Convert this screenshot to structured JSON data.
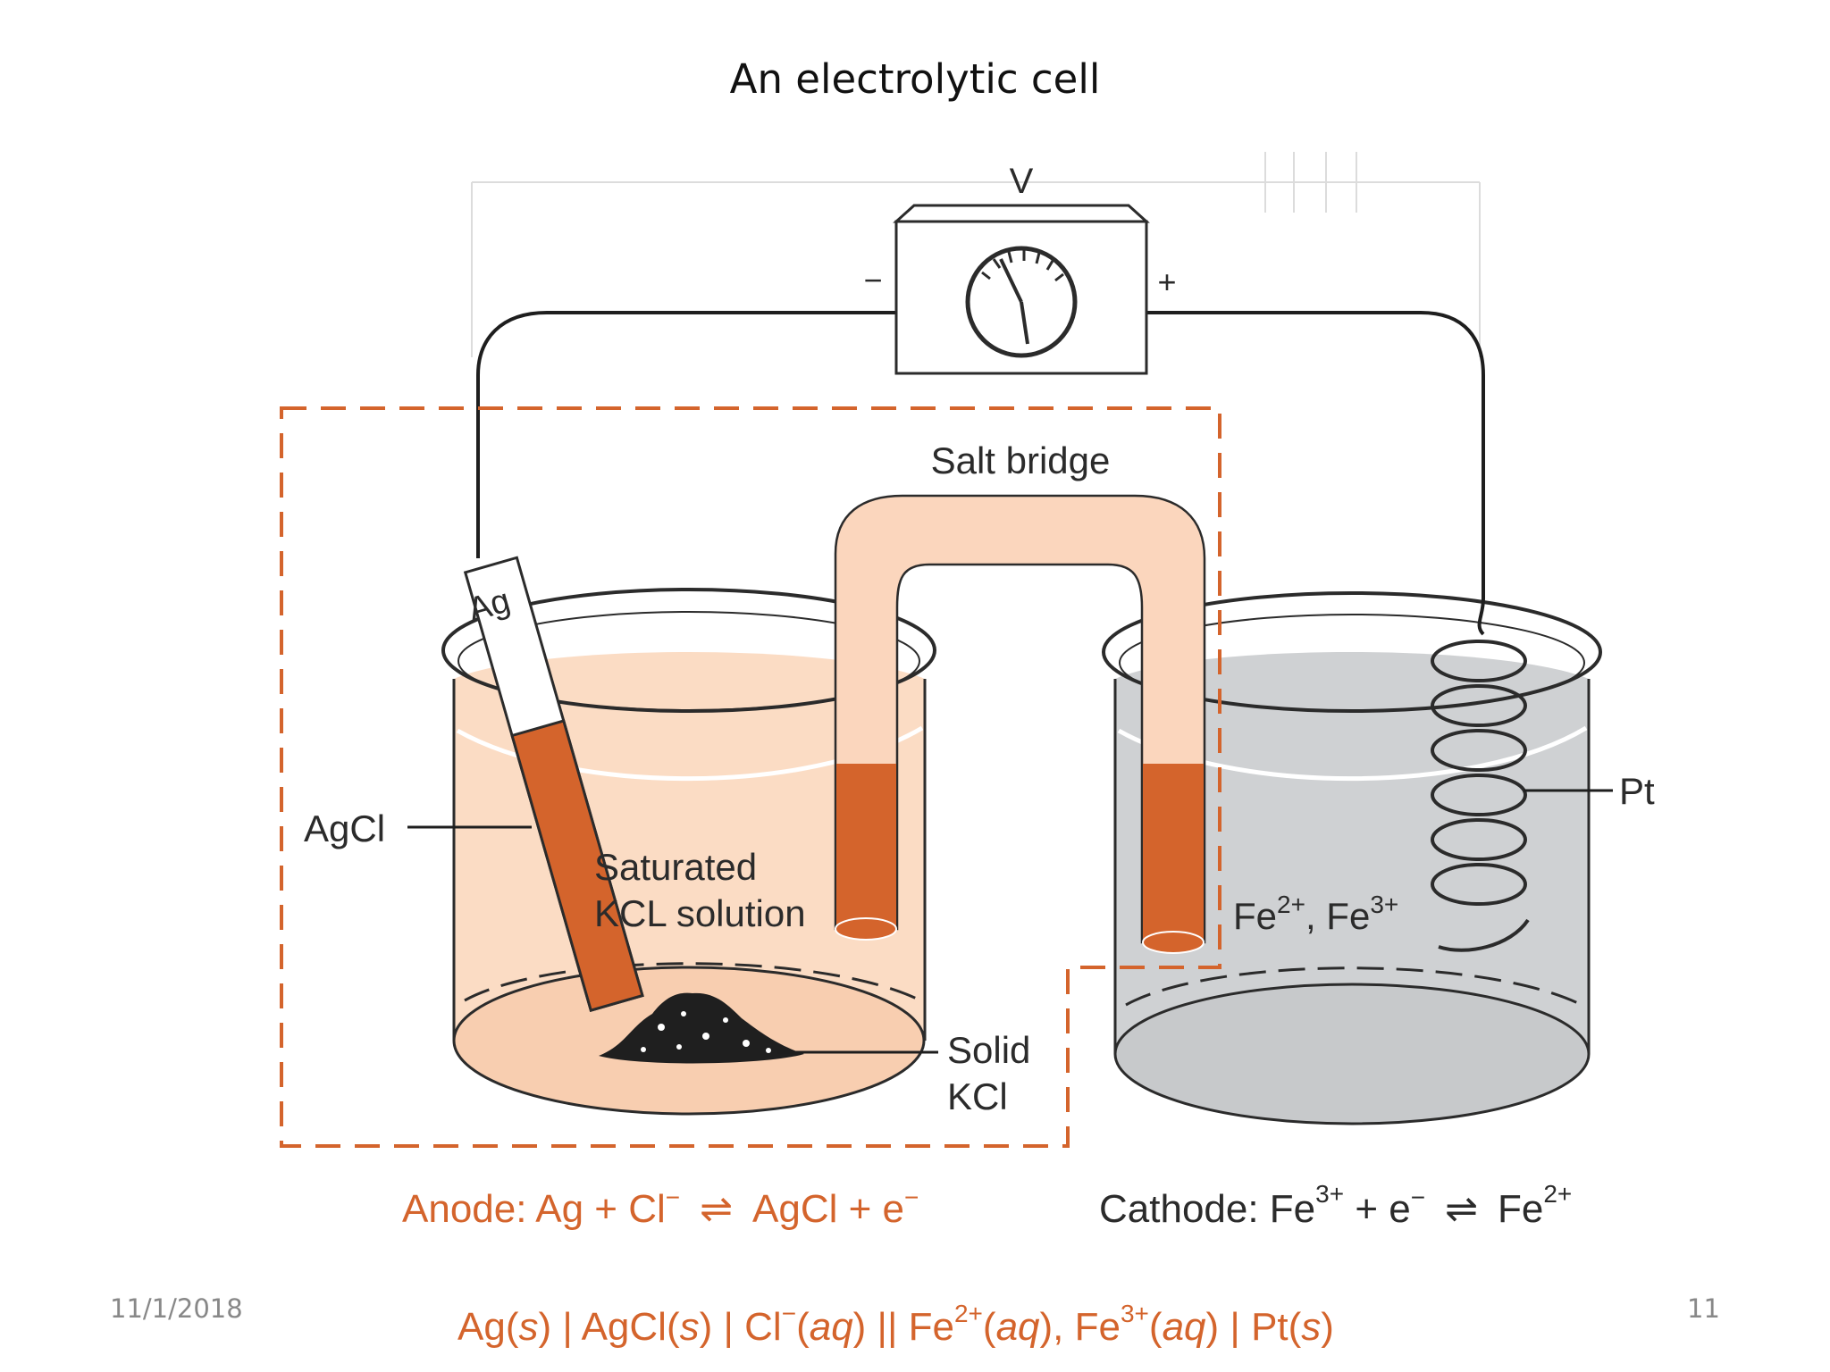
{
  "slide": {
    "title": "An electrolytic  cell",
    "date": "11/1/2018",
    "page_number": "11"
  },
  "diagram": {
    "meter_label": "V",
    "minus_sign": "−",
    "plus_sign": "+",
    "salt_bridge": "Salt bridge",
    "ag": "Ag",
    "agcl": "AgCl",
    "saturated_line1": "Saturated",
    "saturated_line2": "KCL solution",
    "solid_line1": "Solid",
    "solid_line2": "KCl",
    "pt": "Pt",
    "fe_base1": "Fe",
    "fe_sup1": "2+",
    "fe_sep": ", Fe",
    "fe_sup2": "3+",
    "anode_eq": {
      "prefix": "Anode: Ag + Cl",
      "sup1": "−",
      "arrow": "⇌",
      "product": "AgCl + e",
      "sup2": "−"
    },
    "cathode_eq": {
      "prefix": "Cathode: Fe",
      "sup1": "3+",
      "mid": " + e",
      "sup2": "−",
      "arrow": "⇌",
      "product": "Fe",
      "sup3": "2+"
    },
    "cell_notation": {
      "p1": "Ag(",
      "s1": "s",
      "p2": ") | AgCl(",
      "s2": "s",
      "p3": ") | Cl",
      "sup1": "−",
      "p4": "(",
      "aq1": "aq",
      "p5": ") || Fe",
      "sup2": "2+",
      "p6": "(",
      "aq2": "aq",
      "p7": "), Fe",
      "sup3": "3+",
      "p8": "(",
      "aq3": "aq",
      "p9": ") | Pt(",
      "s3": "s",
      "p10": ")"
    },
    "colors": {
      "accent_orange": "#d4642c",
      "left_solution": "#fbdcc4",
      "right_solution": "#cfd1d3",
      "salt_bridge": "#fbd6bd"
    }
  }
}
